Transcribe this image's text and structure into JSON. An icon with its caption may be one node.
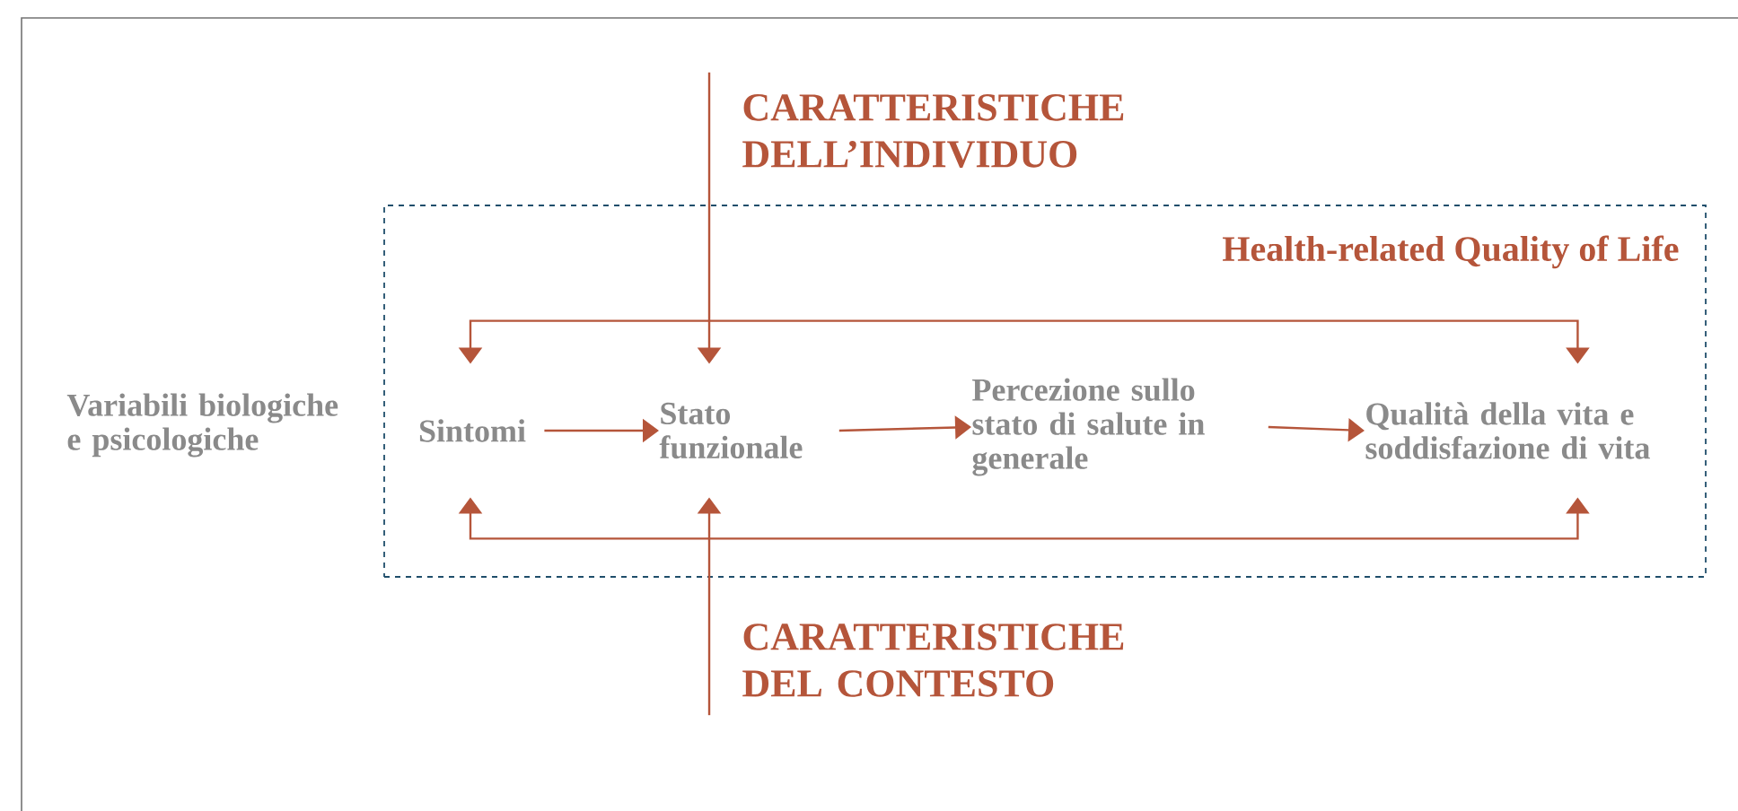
{
  "diagram": {
    "nodes": [
      {
        "text": [
          "Health-related Quality of Life"
        ]
      },
      {
        "text": [
          "Sintomi"
        ],
        "in": 0
      },
      {
        "text": [
          "Stato funzionale"
        ],
        "in": 0
      },
      {
        "text": [
          "Percezione sullo stato di salute in generale"
        ],
        "in": 0
      },
      {
        "text": [
          "Qualità della vita e soddisfazione di vita"
        ],
        "in": 0
      },
      {
        "text": [
          "CARATTERISTICHE DELL’INDIVIDUO"
        ]
      },
      {
        "text": [
          "CARATTERISTICHE DEL CONTESTO"
        ]
      }
    ],
    "edges": [
      {
        "from": 1,
        "to": 2,
        "arrow": "to"
      },
      {
        "from": 2,
        "to": 3,
        "arrow": "to"
      },
      {
        "from": 3,
        "to": 4,
        "arrow": "to"
      },
      {
        "from": 1,
        "to": 4,
        "arrow": "both"
      },
      {
        "from": 1,
        "to": 4,
        "arrow": "both"
      },
      {
        "from": 5,
        "to": 2,
        "arrow": "to"
      },
      {
        "from": 6,
        "to": 2,
        "arrow": "to"
      }
    ],
    "labels": [
      "Variabili biologiche e psicologiche"
    ]
  }
}
